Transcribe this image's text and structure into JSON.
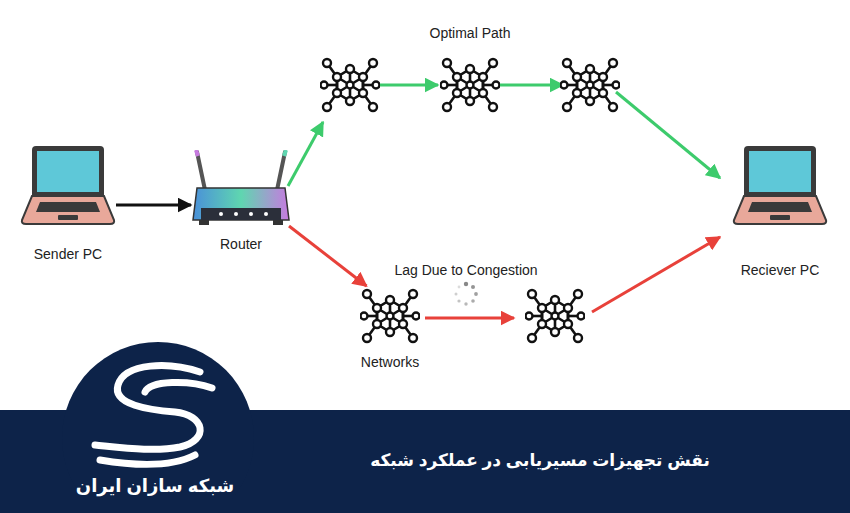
{
  "diagram": {
    "title": "نقش تجهیزات مسیریابی در عملکرد شبکه",
    "nodes": [
      {
        "text": [
          "Sender PC"
        ]
      },
      {
        "text": [
          "Router"
        ]
      },
      {
        "text": [
          "Networks"
        ]
      },
      {
        "text": [
          "Reciever PC"
        ]
      }
    ],
    "edges": [
      {
        "from": 0,
        "to": 1,
        "arrow": "to"
      },
      {
        "from": 1,
        "to": 2,
        "arrow": "to"
      }
    ],
    "labels": [
      "Optimal Path",
      "Lag Due to Congestion",
      "شبکه سازان ایران"
    ]
  }
}
